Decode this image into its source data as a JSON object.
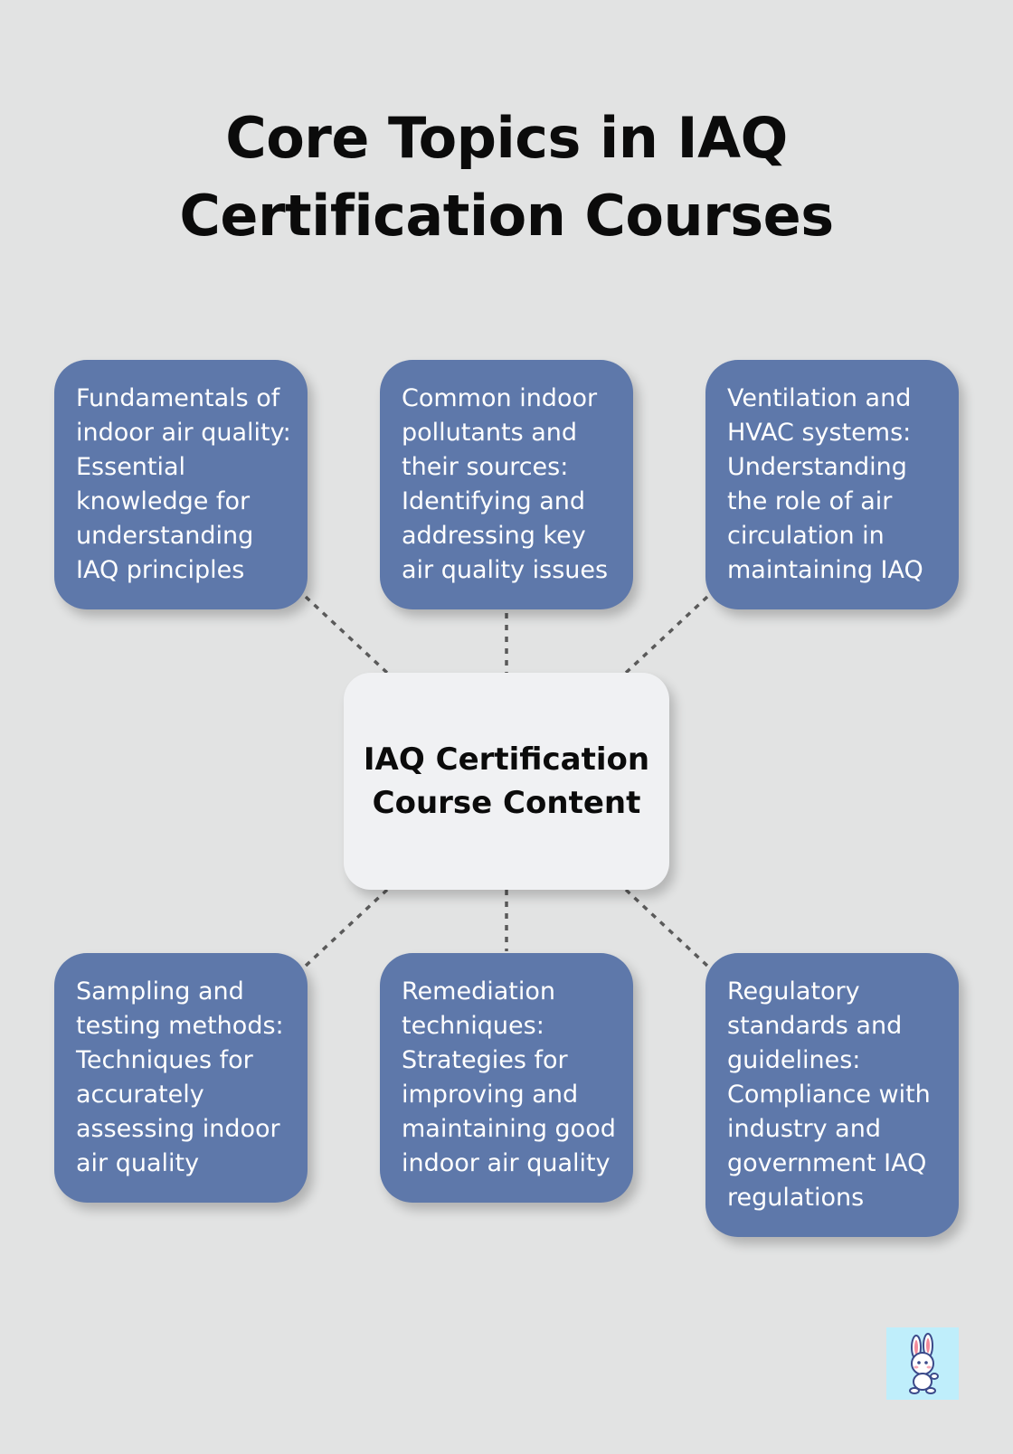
{
  "title": "Core Topics in IAQ Certification Courses",
  "center_node": "IAQ Certification Course Content",
  "topics": [
    "Fundamentals of indoor air quality: Essential knowledge for understanding IAQ principles",
    "Common indoor pollutants and their sources: Identifying and addressing key air quality issues",
    "Ventilation and HVAC systems: Understanding the role of air circulation in maintaining IAQ",
    "Sampling and testing methods: Techniques for accurately assessing indoor air quality",
    "Remediation techniques: Strategies for improving and maintaining good indoor air quality",
    "Regulatory standards and guidelines: Compliance with industry and government IAQ regulations"
  ],
  "colors": {
    "background": "#e2e3e3",
    "node_fill": "#5e78aa",
    "center_fill": "#f0f1f3",
    "connector": "#5a5a5a"
  },
  "logo_icon": "bunny-mascot-icon"
}
